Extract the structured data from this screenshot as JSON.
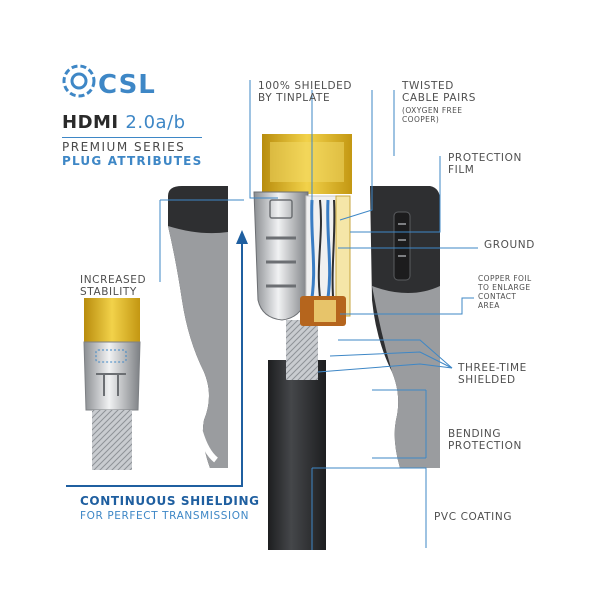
{
  "brand": {
    "logo_text": "CSL"
  },
  "heading": {
    "product": "HDMI",
    "version": "2.0a/b",
    "series": "PREMIUM SERIES",
    "attributes": "PLUG ATTRIBUTES"
  },
  "labels": {
    "shielded_tinplate": [
      "100% SHIELDED",
      "BY TINPLATE"
    ],
    "twisted_pairs": [
      "TWISTED",
      "CABLE PAIRS"
    ],
    "twisted_pairs_note": [
      "(OXYGEN FREE",
      "COOPER)"
    ],
    "protection_film": [
      "PROTECTION",
      "FILM"
    ],
    "ground": "GROUND",
    "copper_foil": [
      "COPPER FOIL",
      "TO ENLARGE",
      "CONTACT",
      "AREA"
    ],
    "three_time_shielded": [
      "THREE-TIME",
      "SHIELDED"
    ],
    "bending_protection": [
      "BENDING",
      "PROTECTION"
    ],
    "pvc_coating": "PVC COATING",
    "increased_stability": [
      "INCREASED",
      "STABILITY"
    ],
    "continuous_shielding": "CONTINUOUS SHIELDING",
    "perfect_transmission": "FOR PERFECT TRANSMISSION"
  },
  "colors": {
    "accent": "#3e87c6",
    "gold": "#d9b21c",
    "cable_black": "#2e2f31",
    "grip_gray": "#9a9c9f",
    "text_gray": "#4f4f4f"
  }
}
